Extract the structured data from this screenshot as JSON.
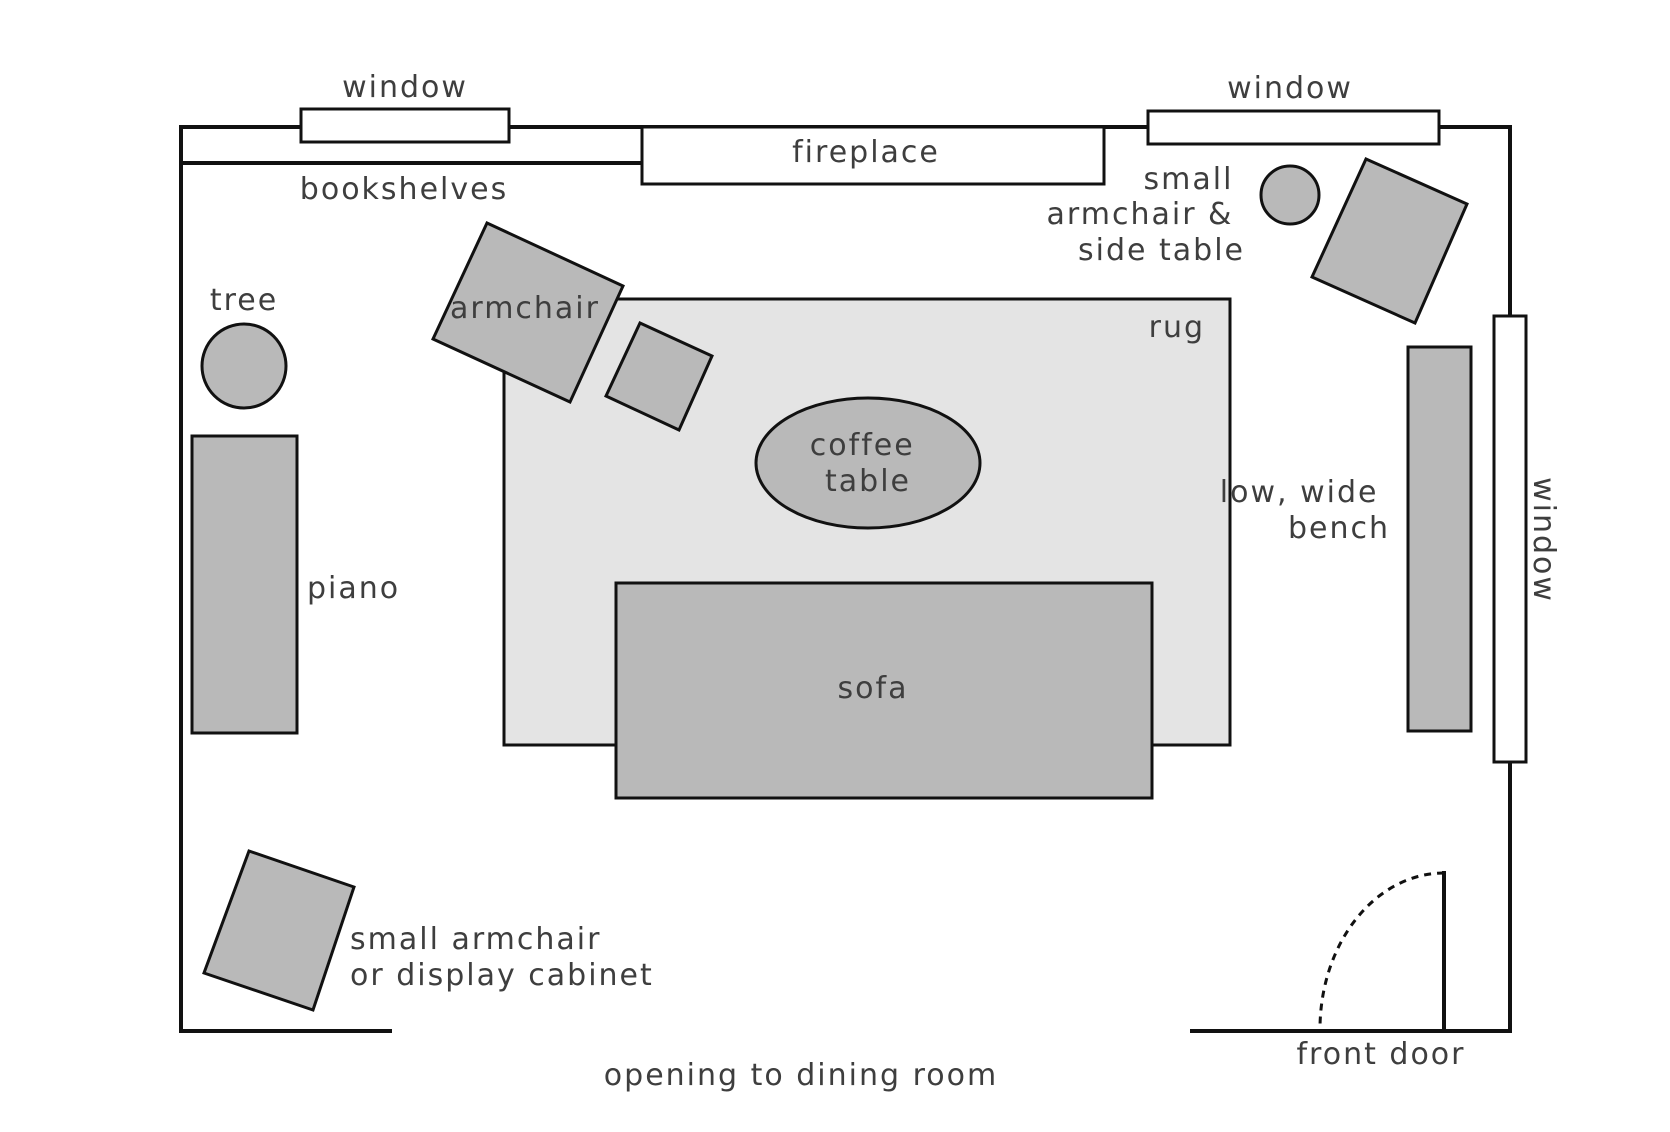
{
  "labels": {
    "window_top_left": "window",
    "window_top_right": "window",
    "window_right": "window",
    "fireplace": "fireplace",
    "bookshelves": "bookshelves",
    "small_armchair_side_table": [
      "small",
      "armchair &",
      "side table"
    ],
    "tree": "tree",
    "armchair": "armchair",
    "rug": "rug",
    "coffee_table": [
      "coffee",
      "table"
    ],
    "low_wide_bench": [
      "low, wide",
      "bench"
    ],
    "piano": "piano",
    "sofa": "sofa",
    "small_armchair_cabinet": [
      "small armchair",
      "or display cabinet"
    ],
    "front_door": "front door",
    "opening": "opening to dining room"
  },
  "colors": {
    "wall": "#111111",
    "furniture": "#b9b9b9",
    "rug": "#e4e4e4",
    "text": "#3e3e3e",
    "background": "#ffffff"
  }
}
